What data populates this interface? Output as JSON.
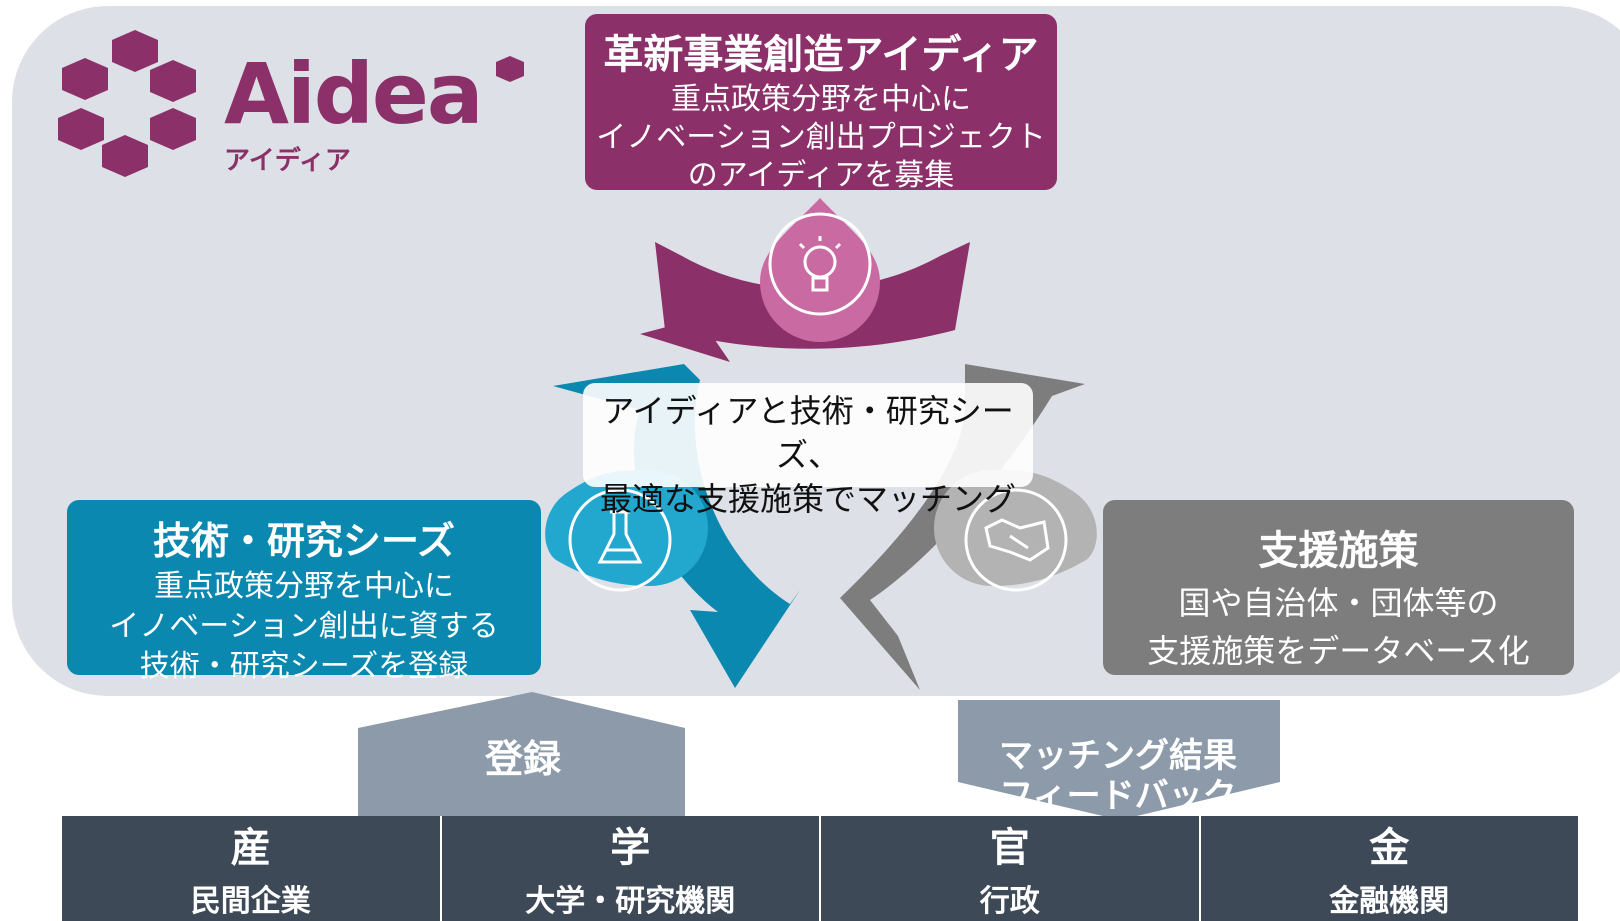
{
  "logo": {
    "wordmark": "Aidea",
    "kana": "アイディア"
  },
  "ideas": {
    "title": "革新事業創造アイディア",
    "lines": [
      "重点政策分野を中心に",
      "イノベーション創出プロジェクト",
      "のアイディアを募集"
    ],
    "icon": "lightbulb-icon",
    "color": "#8c3069"
  },
  "seeds": {
    "title": "技術・研究シーズ",
    "lines": [
      "重点政策分野を中心に",
      "イノベーション創出に資する",
      "技術・研究シーズを登録"
    ],
    "icon": "flask-icon",
    "color": "#0b88b0"
  },
  "support": {
    "title": "支援施策",
    "lines": [
      "国や自治体・団体等の",
      "支援施策をデータベース化"
    ],
    "icon": "handshake-icon",
    "color": "#7d7d7d"
  },
  "center": {
    "lines": [
      "アイディアと技術・研究シーズ、",
      "最適な支援施策でマッチング"
    ]
  },
  "arrows": {
    "register": "登録",
    "feedback": [
      "マッチング結果",
      "フィードバック"
    ]
  },
  "sectors": [
    {
      "kanji": "産",
      "label": "民間企業"
    },
    {
      "kanji": "学",
      "label": "大学・研究機関"
    },
    {
      "kanji": "官",
      "label": "行政"
    },
    {
      "kanji": "金",
      "label": "金融機関"
    }
  ]
}
